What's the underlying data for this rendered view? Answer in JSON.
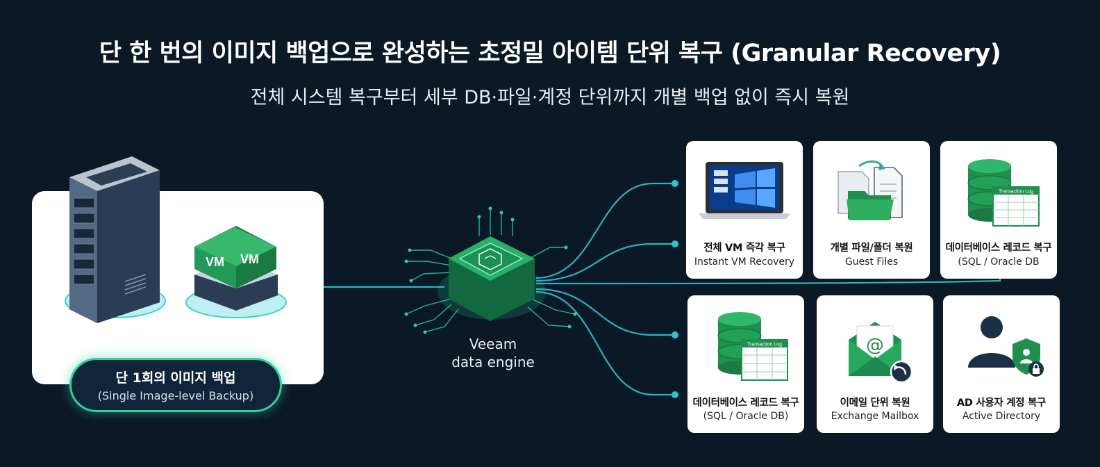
{
  "title": "단 한 번의 이미지 백업으로 완성하는 초정밀 아이템 단위 복구 (Granular Recovery)",
  "subtitle": "전체 시스템 복구부터 세부 DB·파일·계정 단위까지 개별 백업 없이 즉시 복원",
  "backup": {
    "label_ko": "단 1회의 이미지 백업",
    "label_en": "(Single Image-level Backup)",
    "vm_label": "VM"
  },
  "engine": {
    "line1": "Veeam",
    "line2": "data engine"
  },
  "cards": [
    {
      "ko": "전체 VM 즉각 복구",
      "en": "Instant VM Recovery"
    },
    {
      "ko": "개별 파일/폴더 복원",
      "en": "Guest Files"
    },
    {
      "ko": "데이터베이스 레코드 복구",
      "en": "(SQL / Oracle DB",
      "tag": "Transaction Log"
    },
    {
      "ko": "데이터베이스 레코드 복구",
      "en": "(SQL / Oracle DB)",
      "tag": "Transaction Log"
    },
    {
      "ko": "이메일 단위 복원",
      "en": "Exchange Mailbox",
      "glyph": "@"
    },
    {
      "ko": "AD 사용자 계정 복구",
      "en": "Active Directory"
    }
  ],
  "colors": {
    "background": "#0b1826",
    "accent_green": "#1f8f4e",
    "wire": "#2ec4cf",
    "engine_glow": "#2fd0a0"
  }
}
